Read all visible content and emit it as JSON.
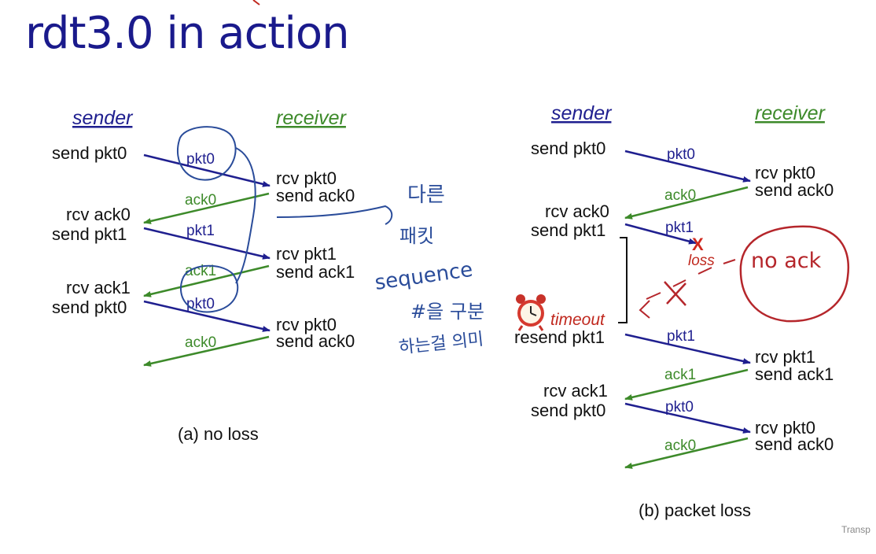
{
  "title": "rdt3.0 in action",
  "panel_a": {
    "sender_header": "sender",
    "receiver_header": "receiver",
    "caption": "(a) no loss",
    "sender_events": [
      "send pkt0",
      "rcv ack0",
      "send pkt1",
      "rcv ack1",
      "send pkt0"
    ],
    "receiver_events": [
      "rcv pkt0",
      "send ack0",
      "rcv pkt1",
      "send ack1",
      "rcv pkt0",
      "send ack0"
    ],
    "messages": [
      "pkt0",
      "ack0",
      "pkt1",
      "ack1",
      "pkt0",
      "ack0"
    ]
  },
  "panel_b": {
    "sender_header": "sender",
    "receiver_header": "receiver",
    "caption": "(b) packet loss",
    "sender_events": [
      "send pkt0",
      "rcv ack0",
      "send pkt1",
      "resend pkt1",
      "rcv ack1",
      "send pkt0"
    ],
    "receiver_events": [
      "rcv pkt0",
      "send ack0",
      "rcv pkt1",
      "send ack1",
      "rcv pkt0",
      "send ack0"
    ],
    "messages": [
      "pkt0",
      "ack0",
      "pkt1",
      "pkt1",
      "ack1",
      "pkt0",
      "ack0"
    ],
    "loss_mark": "X",
    "loss_label": "loss",
    "timeout_label": "timeout"
  },
  "annotations": {
    "korean_lines": [
      "다른",
      "패킷",
      "sequence",
      "#을 구분",
      "하는걸 의미"
    ],
    "no_ack": "no ack"
  },
  "footer": "Transp",
  "colors": {
    "title": "#1a1a8c",
    "packet": "#1f1f8f",
    "ack": "#3d8a2a",
    "loss": "#c0281e",
    "handwriting": "#2a4c9a"
  }
}
